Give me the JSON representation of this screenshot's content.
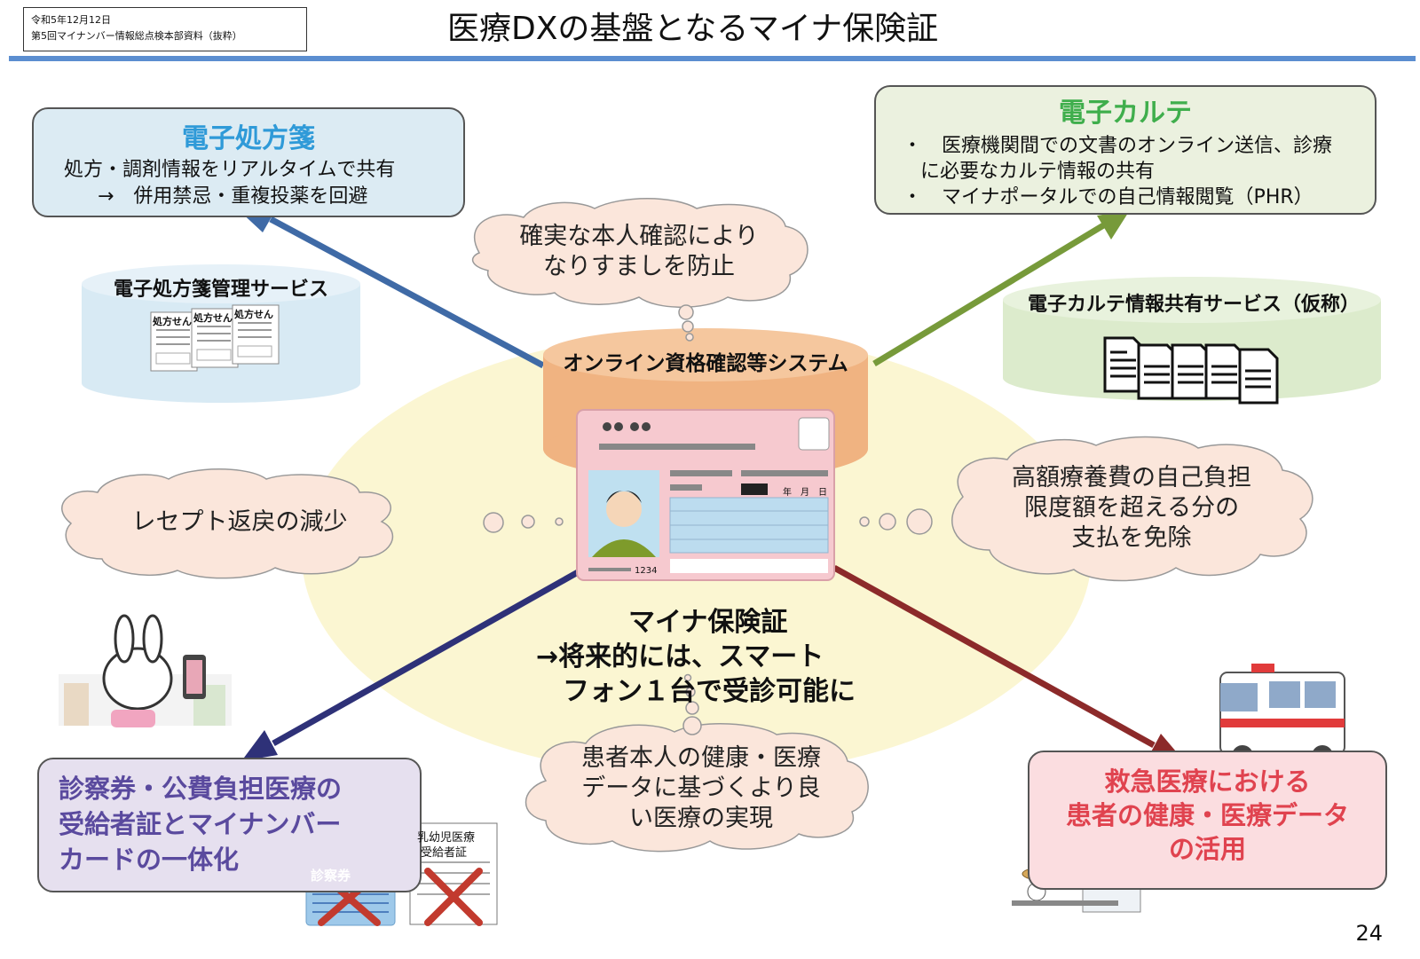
{
  "header": {
    "date": "令和5年12月12日",
    "source": "第5回マイナンバー情報総点検本部資料（抜粋）",
    "title": "医療DXの基盤となるマイナ保険証"
  },
  "boxes": {
    "prescription": {
      "heading": "電子処方箋",
      "lines": [
        "処方・調剤情報をリアルタイムで共有",
        "→　併用禁忌・重複投薬を回避"
      ]
    },
    "emr": {
      "heading": "電子カルテ",
      "lines": [
        "・　医療機関間での文書のオンライン送信、診療",
        "に必要なカルテ情報の共有",
        "・　マイナポータルでの自己情報閲覧（PHR）"
      ]
    },
    "card_integration": {
      "lines": [
        "診察券・公費負担医療の",
        "受給者証とマイナンバー",
        "カードの一体化"
      ]
    },
    "emergency": {
      "lines": [
        "救急医療における",
        "患者の健康・医療データ",
        "の活用"
      ]
    }
  },
  "services": {
    "prescription_service": "電子処方箋管理サービス",
    "emr_service": "電子カルテ情報共有サービス（仮称）",
    "central_system": "オンライン資格確認等システム"
  },
  "clouds": {
    "top": [
      "確実な本人確認により",
      "なりすましを防止"
    ],
    "left": "レセプト返戻の減少",
    "right": [
      "高額療養費の自己負担",
      "限度額を超える分の",
      "支払を免除"
    ],
    "bottom": [
      "患者本人の健康・医療",
      "データに基づくより良",
      "い医療の実現"
    ]
  },
  "center": {
    "lines": [
      "マイナ保険証",
      "→将来的には、スマート",
      "　フォン１台で受診可能に"
    ]
  },
  "illustration_labels": {
    "prescription_slip": "処方せん",
    "card_number": "1234",
    "card_date": "年　月　日",
    "exam_ticket": "診察券",
    "infant_cert_1": "乳幼児医療",
    "infant_cert_2": "受給者証"
  },
  "page_number": "24",
  "colors": {
    "title_rule": "#5b8ed0",
    "prescription_heading": "#2f9ad8",
    "emr_heading": "#3fae4c",
    "card_text": "#5a4a9e",
    "emergency_text": "#e0434f",
    "arrow_blue": "#3f6aa6",
    "arrow_green": "#779a3a",
    "arrow_navy": "#2e3178",
    "arrow_red": "#8c2a2a",
    "cylinder_orange": "#f0b381",
    "cylinder_blue": "#d8eaf4",
    "cylinder_green": "#dcebcc",
    "cloud_fill": "#fbe6db",
    "glow_fill": "#fbf6d2",
    "card_fill": "#f6c9cf"
  }
}
